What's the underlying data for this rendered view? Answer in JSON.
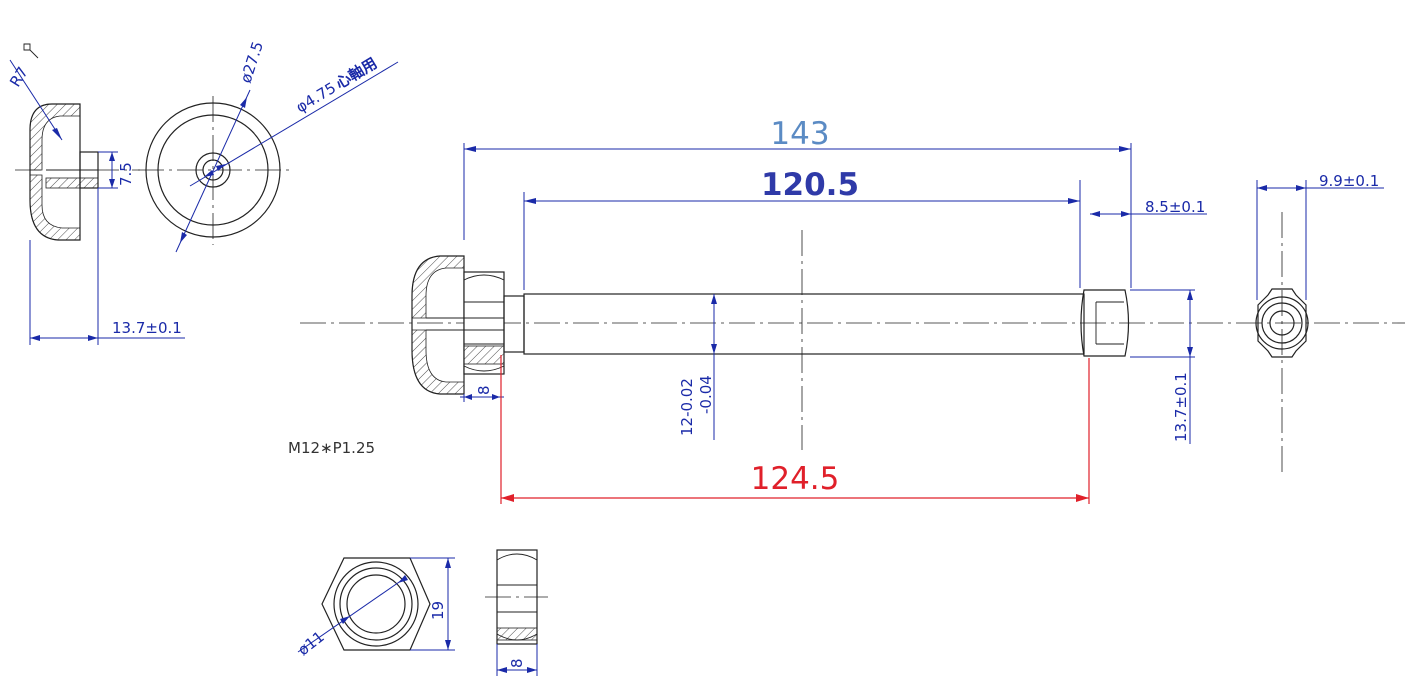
{
  "drawing": {
    "dimensions": {
      "overall_length": "143",
      "shaft_length": "120.5",
      "nut_span": "124.5",
      "end_width": "8.5±0.1",
      "end_view_width": "9.9±0.1",
      "shaft_diameter_upper": "12-0.02",
      "shaft_diameter_lower": "-0.04",
      "end_height": "13.7±0.1",
      "side_width": "13.7±0.1",
      "head_thickness": "8",
      "side_height": "7.5",
      "radius": "R7",
      "outer_diameter": "ø27.5",
      "bore_diameter": "φ4.75",
      "bore_note": "心軸用",
      "nut_diameter": "ø11",
      "nut_across_flats": "19",
      "nut_thickness": "8"
    },
    "thread_note": "M12∗P1.25",
    "colors": {
      "dimension": "#1a2aa8",
      "overall_dim": "#5b8bc4",
      "shaft_dim": "#2f3aa8",
      "span_dim": "#e0202a",
      "line": "#222222"
    }
  }
}
